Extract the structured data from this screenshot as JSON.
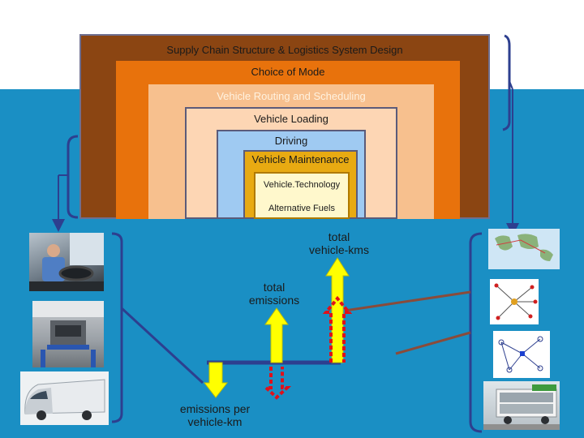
{
  "layers": [
    {
      "label": "Supply Chain Structure & Logistics System Design"
    },
    {
      "label": "Choice of Mode"
    },
    {
      "label": "Vehicle Routing and Scheduling"
    },
    {
      "label": "Vehicle Loading"
    },
    {
      "label": "Driving"
    },
    {
      "label": "Vehicle Maintenance"
    },
    {
      "label": "Vehicle.Technology"
    },
    {
      "label": "Alternative Fuels"
    }
  ],
  "annotations": {
    "total_vehicle_kms": [
      "total",
      "vehicle-kms"
    ],
    "total_emissions": [
      "total",
      "emissions"
    ],
    "emissions_per_vkm": [
      "emissions per",
      "vehicle-km"
    ]
  },
  "colors": {
    "background_blue": "#1a8fc4",
    "arrow_yellow": "#ffff00",
    "arrow_red": "#e0101a",
    "bracket_blue": "#2d3f8f"
  }
}
